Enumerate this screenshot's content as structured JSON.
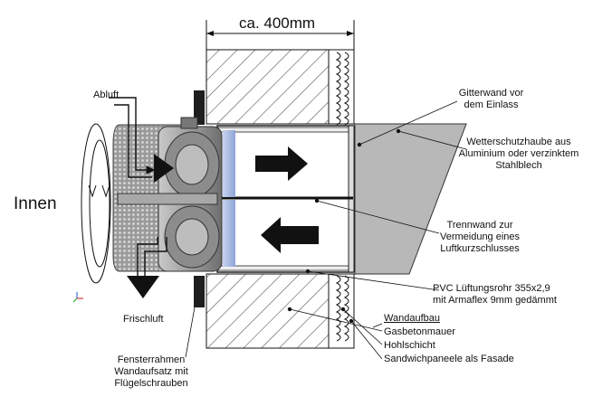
{
  "diagram": {
    "dimension": "ca. 400mm",
    "innen": "Innen",
    "abluft": "Abluft",
    "frischluft": "Frischluft",
    "gitterwand": [
      "Gitterwand vor",
      "dem Einlass"
    ],
    "wetterschutz": [
      "Wetterschutzhaube aus",
      "Aluminium oder verzinktem",
      "Stahlblech"
    ],
    "trennwand": [
      "Trennwand zur",
      "Vermeidung eines",
      "Luftkurzschlusses"
    ],
    "pvc": [
      "PVC Lüftungsrohr 355x2,9",
      "mit Armaflex 9mm gedämmt"
    ],
    "wandaufbau": "Wandaufbau",
    "gasbeton": "Gasbetonmauer",
    "hohlschicht": "Hohlschicht",
    "sandwich": "Sandwichpaneele als Fasade",
    "fensterrahmen": [
      "Fensterrahmen",
      "Wandaufsatz mit",
      "Flügelschrauben"
    ]
  },
  "colors": {
    "hatch": "#555555",
    "hood": "#b8b8b8",
    "pipe_blue": "#a9bce0",
    "arrow": "#111111",
    "frame": "#222222"
  }
}
